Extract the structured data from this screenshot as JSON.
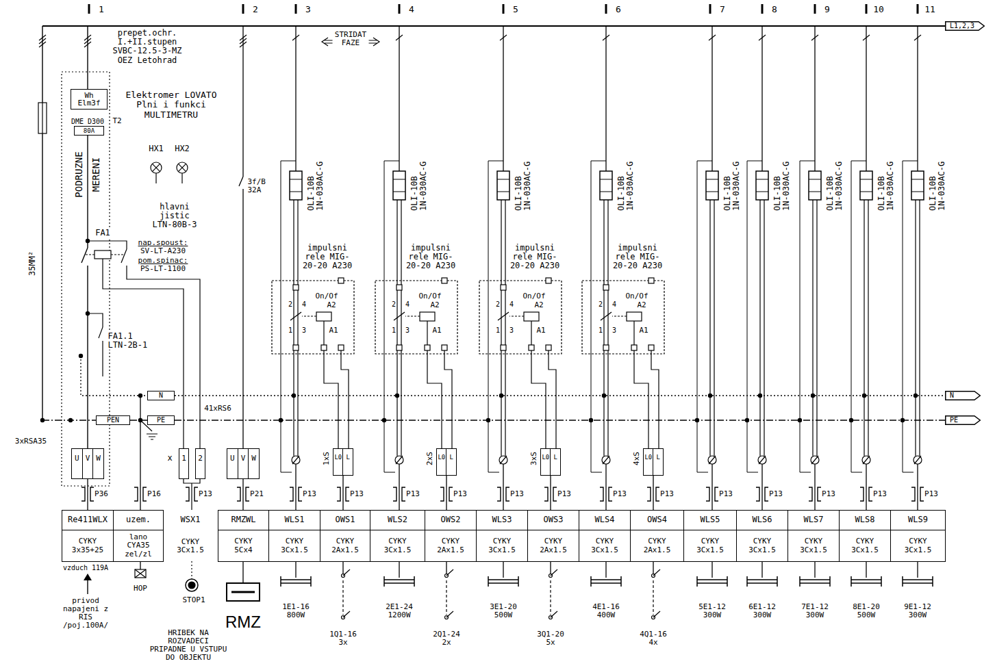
{
  "diagram": {
    "nodes": [
      {
        "text": [
          "Wh Elm3f"
        ]
      },
      {
        "text": [
          "80A"
        ]
      },
      {
        "text": [
          "N"
        ]
      },
      {
        "text": [
          "PEN"
        ]
      },
      {
        "text": [
          "PE"
        ]
      },
      {
        "text": [
          "N"
        ]
      },
      {
        "text": [
          "PE"
        ]
      },
      {
        "text": [
          "L1,2,3"
        ]
      },
      {
        "text": [
          "U",
          "V",
          "W"
        ]
      },
      {
        "text": [
          "1"
        ]
      },
      {
        "text": [
          "2"
        ]
      },
      {
        "text": [
          "U",
          "V",
          "W"
        ]
      },
      {
        "text": [
          "L0",
          "L"
        ]
      },
      {
        "text": [
          "L0",
          "L"
        ]
      },
      {
        "text": [
          "L0",
          "L"
        ]
      },
      {
        "text": [
          "L0",
          "L"
        ]
      },
      {
        "text": [
          "RMZ"
        ]
      },
      {
        "text": [
          "Re411WLX",
          "CYKY 3x35+25"
        ]
      },
      {
        "text": [
          "uzem.",
          "lano CYA35 zel/zl"
        ]
      },
      {
        "text": [
          "RMZWL",
          "CYKY 5Cx4"
        ]
      },
      {
        "text": [
          "WLS1",
          "CYKY 3Cx1.5"
        ]
      },
      {
        "text": [
          "OWS1",
          "CYKY 2Ax1.5"
        ]
      },
      {
        "text": [
          "WLS2",
          "CYKY 3Cx1.5"
        ]
      },
      {
        "text": [
          "OWS2",
          "CYKY 2Ax1.5"
        ]
      },
      {
        "text": [
          "WLS3",
          "CYKY 3Cx1.5"
        ]
      },
      {
        "text": [
          "OWS3",
          "CYKY 2Ax1.5"
        ]
      },
      {
        "text": [
          "WLS4",
          "CYKY 3Cx1.5"
        ]
      },
      {
        "text": [
          "OWS4",
          "CYKY 2Ax1.5"
        ]
      },
      {
        "text": [
          "WLS5",
          "CYKY 3Cx1.5"
        ]
      },
      {
        "text": [
          "WLS6",
          "CYKY 3Cx1.5"
        ]
      },
      {
        "text": [
          "WLS7",
          "CYKY 3Cx1.5"
        ]
      },
      {
        "text": [
          "WLS8",
          "CYKY 3Cx1.5"
        ]
      },
      {
        "text": [
          "WLS9",
          "CYKY 3Cx1.5"
        ]
      }
    ],
    "edges": [
      {
        "from": 2,
        "to": 5,
        "arrow": "none"
      },
      {
        "from": 3,
        "to": 4,
        "arrow": "none"
      },
      {
        "from": 4,
        "to": 6,
        "arrow": "none"
      }
    ],
    "labels": [
      "1",
      "2",
      "3",
      "4",
      "5",
      "6",
      "7",
      "8",
      "9",
      "10",
      "11",
      "prepet.ochr. I.+II.stupen SVBC-12.5-3-MZ OEZ Letohrad",
      "DME D300",
      "T2",
      "Elektromer LOVATO Plni i funkci MULTIMETRU",
      "PODRUZNE",
      "MERENI",
      "HX1",
      "HX2",
      "hlavni jistic LTN-80B-3",
      "FA1",
      "nap.spoust:",
      "SV-LT-A230",
      "pom.spinac:",
      "PS-LT-1100",
      "FA1.1 LTN-2B-1",
      "3f/B 32A",
      "STRIDAT FAZE",
      "35MM²",
      "3xRSA35",
      "41xRS6",
      "x",
      "OLI-10B 1N-030AC-G",
      "OLI-10B 1N-030AC-G",
      "OLI-10B 1N-030AC-G",
      "OLI-10B 1N-030AC-G",
      "OLI-10B 1N-030AC-G",
      "OLI-10B 1N-030AC-G",
      "OLI-10B 1N-030AC-G",
      "OLI-10B 1N-030AC-G",
      "OLI-10B 1N-030AC-G",
      "impulsni rele MIG-20-20 A230",
      "On/Of",
      "A2",
      "A1",
      "2",
      "4",
      "1",
      "3",
      "impulsni rele MIG-20-20 A230",
      "On/Of",
      "A2",
      "A1",
      "2",
      "4",
      "1",
      "3",
      "impulsni rele MIG-20-20 A230",
      "On/Of",
      "A2",
      "A1",
      "2",
      "4",
      "1",
      "3",
      "impulsni rele MIG-20-20 A230",
      "On/Of",
      "A2",
      "A1",
      "2",
      "4",
      "1",
      "3",
      "1xS",
      "2xS",
      "3xS",
      "4xS",
      "P36",
      "P16",
      "P13",
      "P21",
      "P13",
      "P13",
      "P13",
      "P13",
      "P13",
      "P13",
      "P13",
      "P13",
      "P13",
      "P13",
      "P13",
      "P13",
      "P13",
      "WSX1",
      "CYKY 3Cx1.5",
      "vzduch 119A",
      "privod napajeni z RIS /poj.100A/",
      "HOP",
      "STOP1",
      "HRIBEK NA ROZVADECI PRIPADNE U VSTUPU DO OBJEKTU",
      "1E1-16 800W",
      "1Q1-16 3x",
      "2E1-24 1200W",
      "2Q1-24 2x",
      "3E1-20 500W",
      "3Q1-20 5x",
      "4E1-16 400W",
      "4Q1-16 4x",
      "5E1-12 300W",
      "6E1-12 300W",
      "7E1-12 300W",
      "8E1-20 500W",
      "9E1-12 300W"
    ]
  }
}
